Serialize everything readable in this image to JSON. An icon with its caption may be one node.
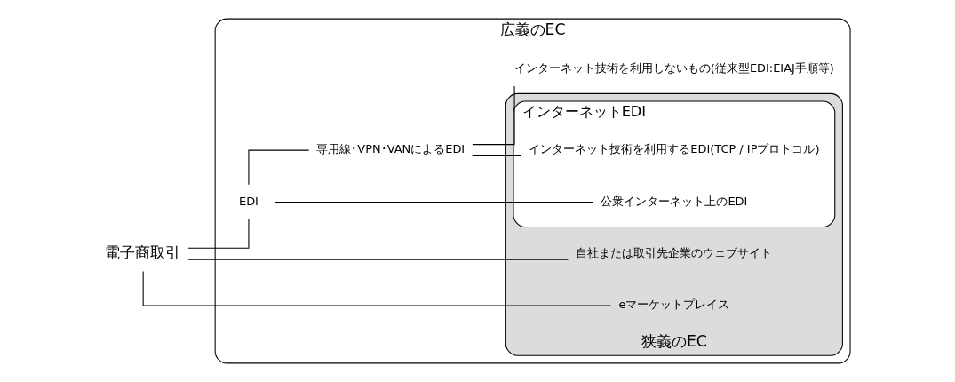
{
  "diagram": {
    "nodes": [
      {
        "text": [
          "広義のEC"
        ]
      },
      {
        "text": [
          "電子商取引"
        ]
      },
      {
        "text": [
          "EDI"
        ],
        "in": 0
      },
      {
        "text": [
          "専用線･VPN･VANによるEDI"
        ],
        "in": 0
      },
      {
        "text": [
          "インターネット技術を利用しないもの(従来型EDI:EIAJ手順等)"
        ],
        "in": 0
      },
      {
        "text": [
          "狭義のEC"
        ],
        "in": 0
      },
      {
        "text": [
          "インターネットEDI"
        ],
        "in": 5
      },
      {
        "text": [
          "インターネット技術を利用するEDI(TCP / IPプロトコル)"
        ],
        "in": 6
      },
      {
        "text": [
          "公衆インターネット上のEDI"
        ],
        "in": 6
      },
      {
        "text": [
          "自社または取引先企業のウェブサイト"
        ],
        "in": 5
      },
      {
        "text": [
          "eマーケットプレイス"
        ],
        "in": 5
      }
    ],
    "edges": [
      {
        "from": 1,
        "to": 2,
        "arrow": "none"
      },
      {
        "from": 2,
        "to": 3,
        "arrow": "none"
      },
      {
        "from": 3,
        "to": 4,
        "arrow": "none"
      },
      {
        "from": 3,
        "to": 7,
        "arrow": "none"
      },
      {
        "from": 2,
        "to": 8,
        "arrow": "none"
      },
      {
        "from": 1,
        "to": 9,
        "arrow": "none"
      },
      {
        "from": 1,
        "to": 10,
        "arrow": "none"
      }
    ]
  }
}
